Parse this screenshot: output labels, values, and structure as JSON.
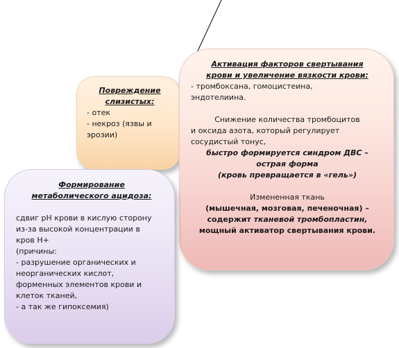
{
  "damage": {
    "title_1": "Повреждение",
    "title_2": "слизистых:",
    "item_1": "- отек",
    "item_2": "- некроз (язвы и",
    "item_3": "эрозии)"
  },
  "coag": {
    "title_1": "Активация факторов свертывания",
    "title_2": "крови и увеличение вязкости крови:",
    "list_1": "- тромбоксана, гомоцистеина,",
    "list_2": "эндотелиина.",
    "p2_1": "Снижение количества тромбоцитов",
    "p2_2": "и оксида азота, который регулирует",
    "p2_3": "сосудистый тонус,",
    "p2_4": "быстро формируется синдром ДВС –",
    "p2_5": "острая форма",
    "p2_6": "(кровь превращается в «гель»)",
    "p3_1": "Измененная ткань",
    "p3_2": "(мышечная, мозговая, печеночная) –",
    "p3_3a": "содержит ",
    "p3_3b": "тканевой тромбопластин,",
    "p3_4": "мощный активатор свертывания крови."
  },
  "acid": {
    "title_1": "Формирование",
    "title_2": "метаболического ацидоза:",
    "l1": "сдвиг рН крови в кислую сторону",
    "l2": "из-за высокой концентрации в",
    "l3": "кров Н+",
    "l4": "(причины:",
    "l5": "-  разрушение органических и",
    "l6": "неорганических кислот,",
    "l7": "форменных элементов крови и",
    "l8": "клеток тканей,",
    "l9": "- а так же гипоксемия)"
  }
}
